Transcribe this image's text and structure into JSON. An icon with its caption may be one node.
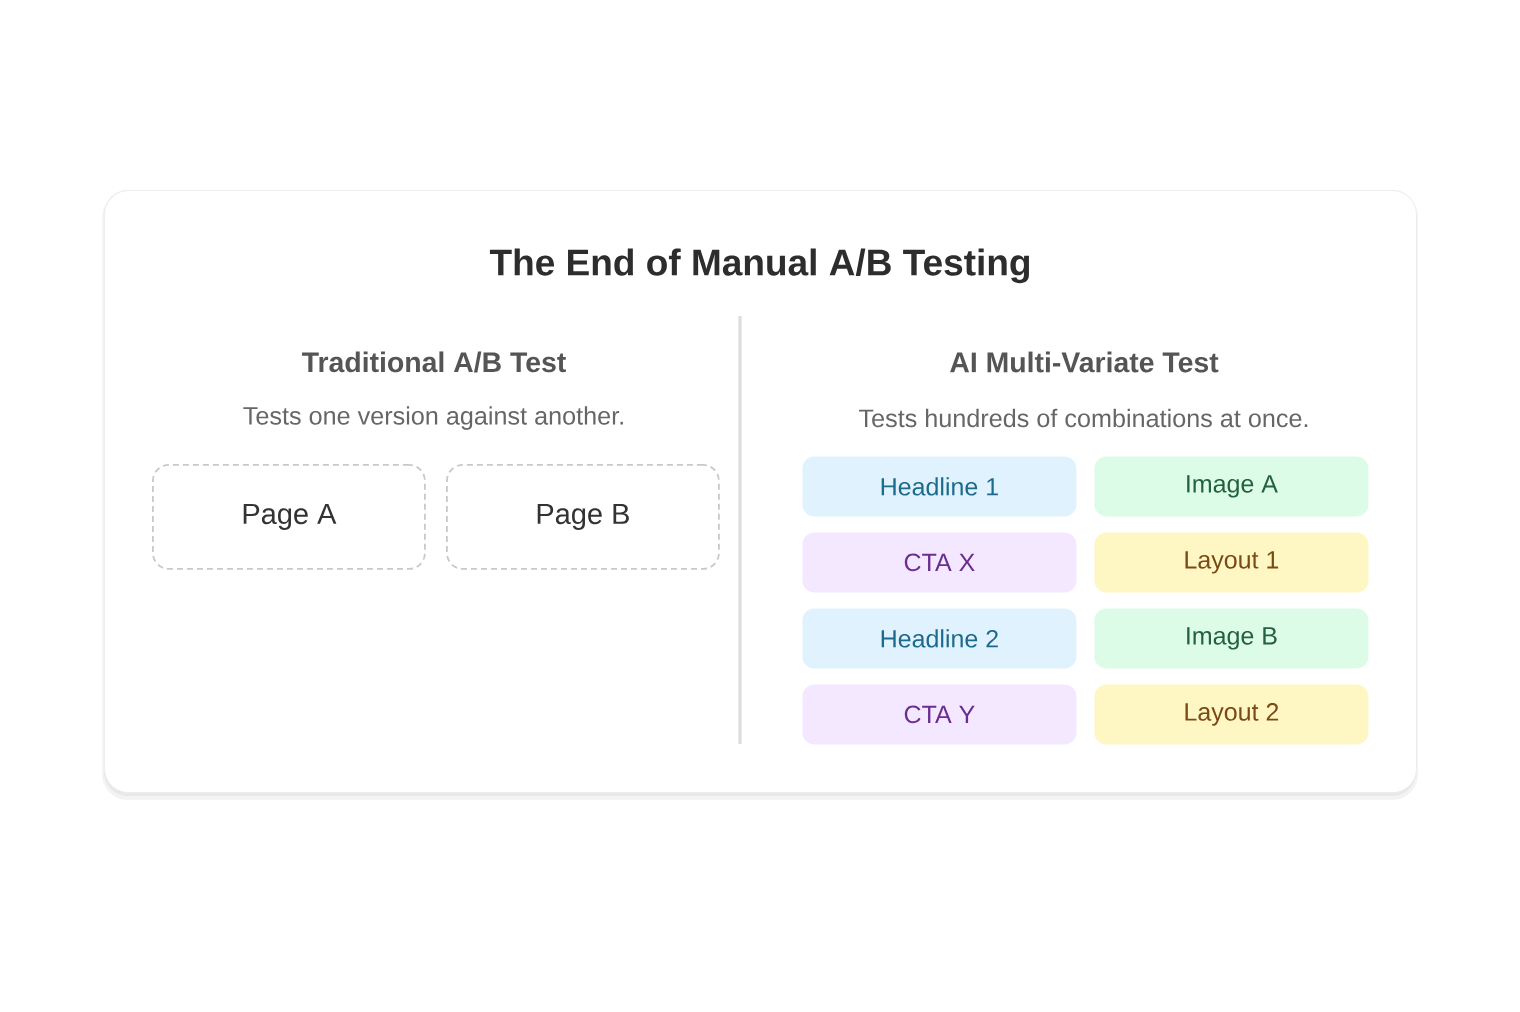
{
  "diagram": {
    "nodes": [
      {
        "text": [
          "The End of Manual A/B Testing"
        ]
      },
      {
        "text": [
          "Page A"
        ],
        "in": 0
      },
      {
        "text": [
          "Page B"
        ],
        "in": 0
      },
      {
        "text": [
          "Headline 1"
        ],
        "in": 0
      },
      {
        "text": [
          "Image A"
        ],
        "in": 0
      },
      {
        "text": [
          "CTA X"
        ],
        "in": 0
      },
      {
        "text": [
          "Layout 1"
        ],
        "in": 0
      },
      {
        "text": [
          "Headline 2"
        ],
        "in": 0
      },
      {
        "text": [
          "Image B"
        ],
        "in": 0
      },
      {
        "text": [
          "CTA Y"
        ],
        "in": 0
      },
      {
        "text": [
          "Layout 2"
        ],
        "in": 0
      }
    ],
    "labels": [
      "Traditional A/B Test",
      "Tests one version against another.",
      "AI Multi-Variate Test",
      "Tests hundreds of combinations at once."
    ]
  }
}
